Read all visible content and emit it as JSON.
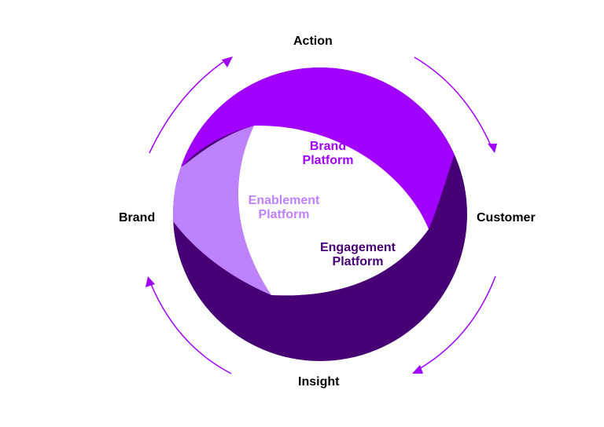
{
  "colors": {
    "brand_platform": "#A100FF",
    "enablement_platform": "#BE82FF",
    "engagement_platform": "#460073",
    "arrows": "#A100FF",
    "outer_labels": "#000000"
  },
  "outer_labels": {
    "top": "Action",
    "right": "Customer",
    "bottom": "Insight",
    "left": "Brand"
  },
  "platforms": {
    "brand": {
      "line1": "Brand",
      "line2": "Platform"
    },
    "enablement": {
      "line1": "Enablement",
      "line2": "Platform"
    },
    "engagement": {
      "line1": "Engagement",
      "line2": "Platform"
    }
  }
}
